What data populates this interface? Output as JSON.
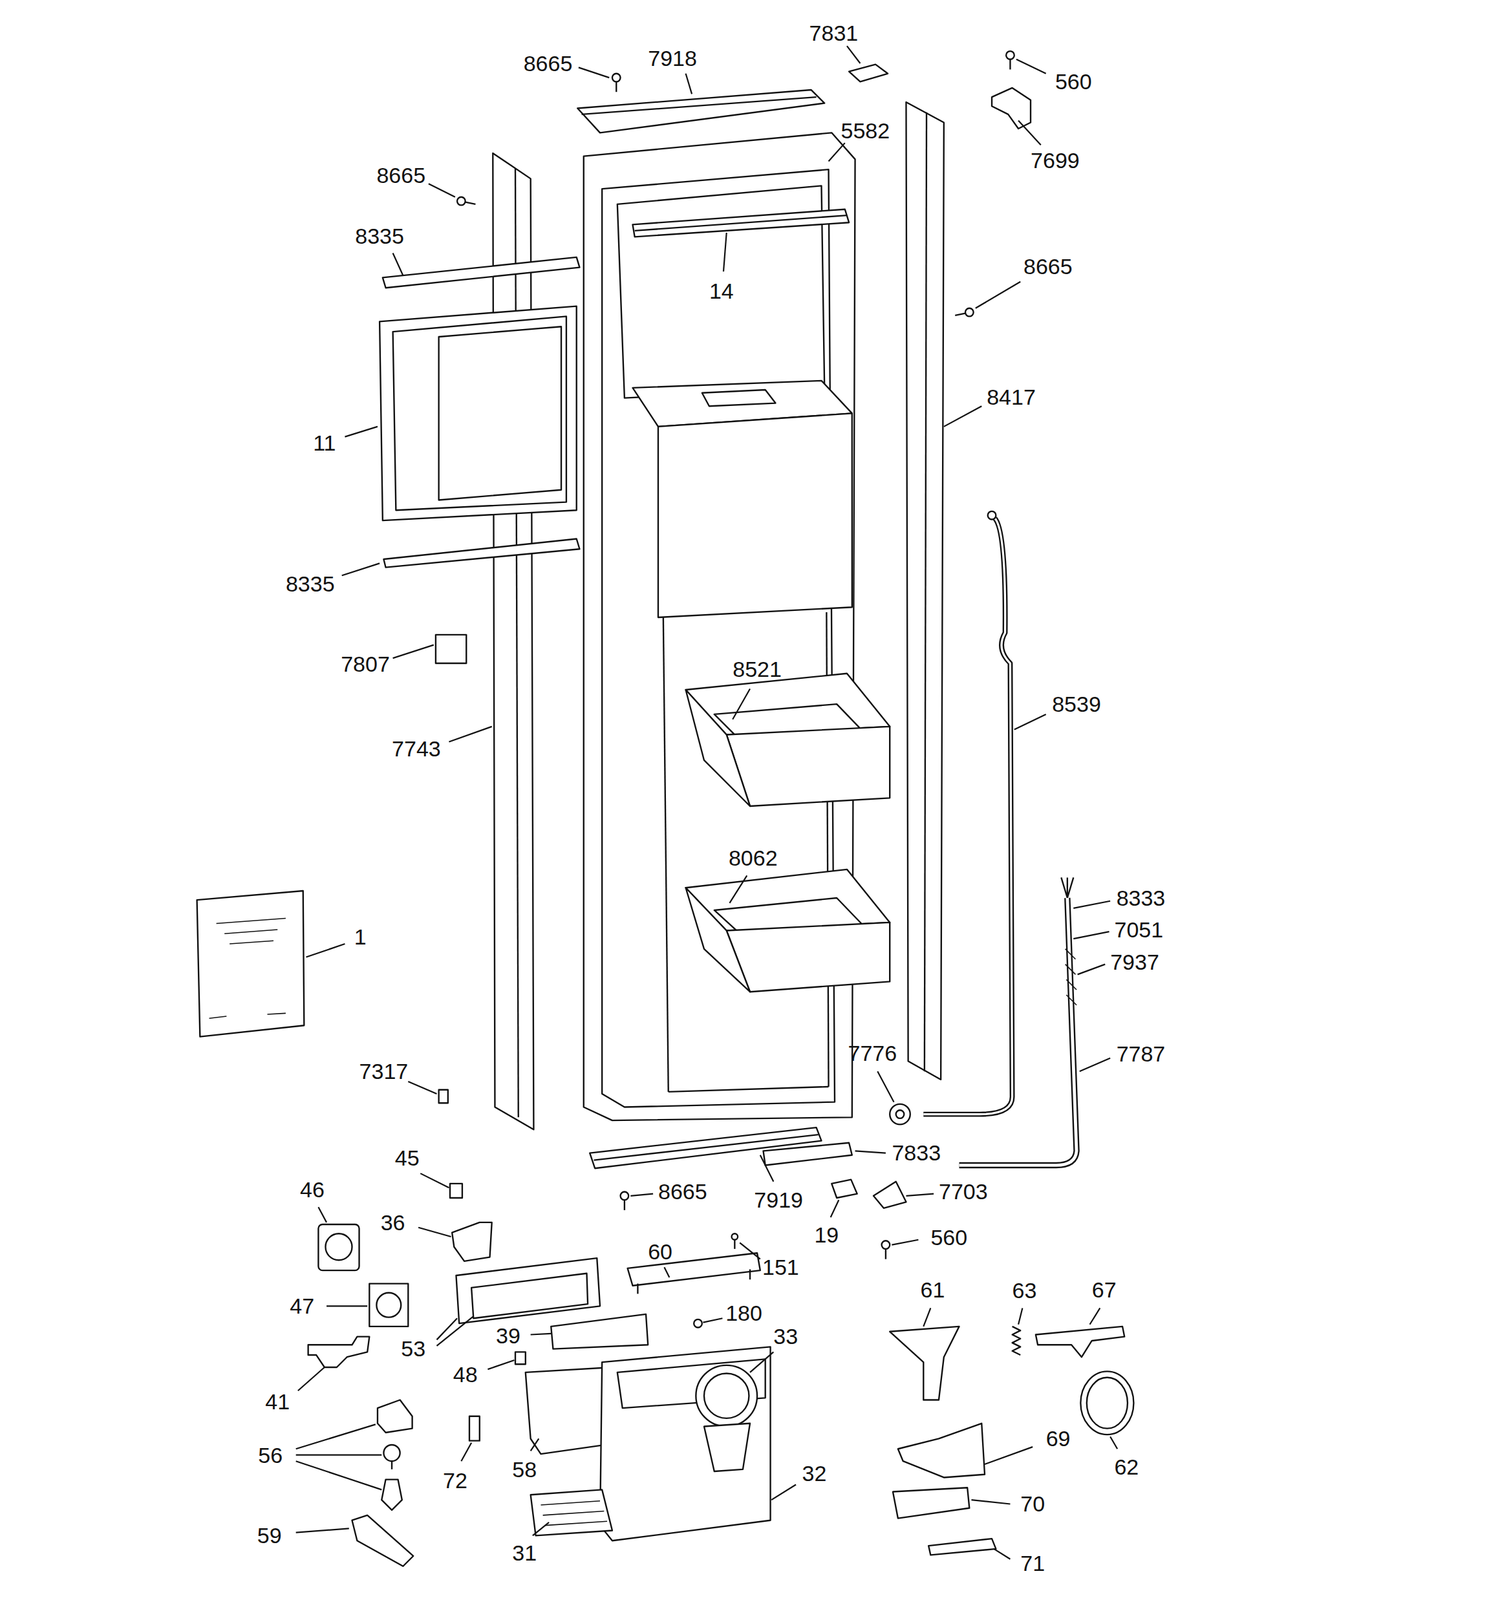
{
  "diagram": {
    "labels": [
      "8665",
      "7918",
      "7831",
      "560",
      "7699",
      "5582",
      "8665",
      "14",
      "8665",
      "8335",
      "11",
      "8417",
      "8335",
      "7807",
      "8521",
      "8539",
      "7743",
      "8062",
      "8333",
      "1",
      "7051",
      "7937",
      "7776",
      "7787",
      "7317",
      "45",
      "7833",
      "8665",
      "7919",
      "7703",
      "46",
      "36",
      "19",
      "560",
      "60",
      "151",
      "61",
      "63",
      "67",
      "47",
      "180",
      "39",
      "33",
      "53",
      "48",
      "41",
      "56",
      "58",
      "72",
      "32",
      "69",
      "62",
      "70",
      "59",
      "31",
      "71"
    ]
  }
}
